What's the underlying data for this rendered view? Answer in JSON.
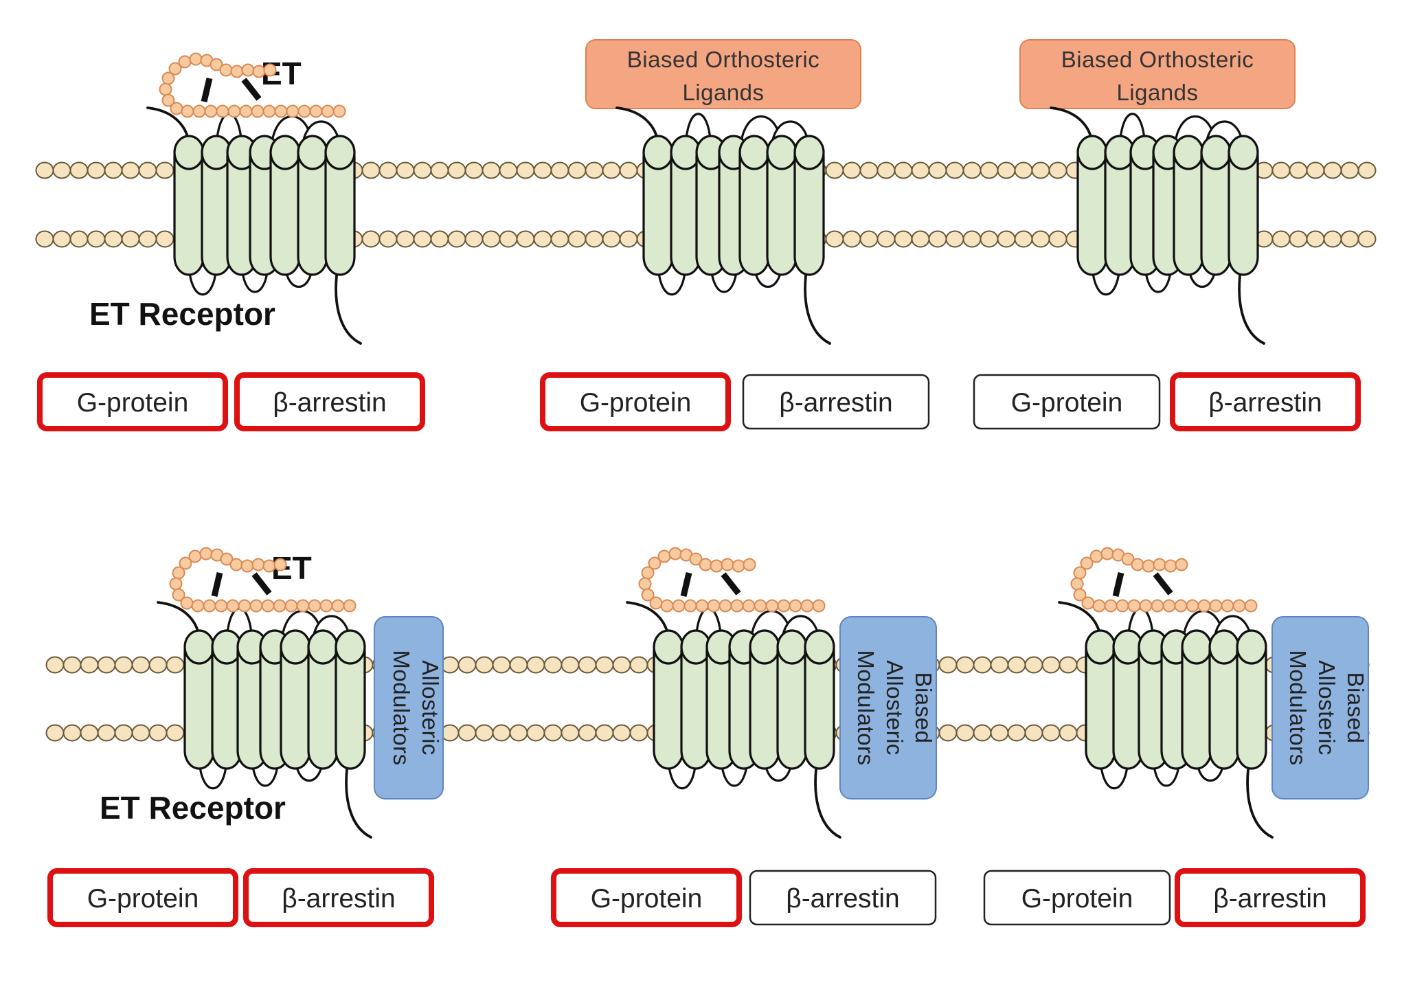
{
  "colors": {
    "active_outline": "#dd1111",
    "inactive_outline": "#222222",
    "receptor_helix": "#dbe9cf",
    "membrane_bead": "#f6e4c0",
    "peptide_bead": "#f7caa0",
    "orthosteric_ligand": "#f4a582",
    "allosteric_modulator": "#8fb3df"
  },
  "rows": [
    {
      "id": "orthosteric",
      "panels": [
        {
          "peptide_label": "ET",
          "receptor_label": "ET Receptor",
          "ligand_label": [
            "",
            ""
          ],
          "modulator_label": [],
          "pathways": [
            {
              "label": "G-protein",
              "active": true
            },
            {
              "label": "β-arrestin",
              "active": true
            }
          ]
        },
        {
          "peptide_label": "",
          "receptor_label": "",
          "ligand_label": [
            "Biased Orthosteric",
            "Ligands"
          ],
          "modulator_label": [],
          "pathways": [
            {
              "label": "G-protein",
              "active": true
            },
            {
              "label": "β-arrestin",
              "active": false
            }
          ]
        },
        {
          "peptide_label": "",
          "receptor_label": "",
          "ligand_label": [
            "Biased Orthosteric",
            "Ligands"
          ],
          "modulator_label": [],
          "pathways": [
            {
              "label": "G-protein",
              "active": false
            },
            {
              "label": "β-arrestin",
              "active": true
            }
          ]
        }
      ]
    },
    {
      "id": "allosteric",
      "panels": [
        {
          "peptide_label": "ET",
          "receptor_label": "ET Receptor",
          "ligand_label": [],
          "modulator_label": [
            "Allosteric",
            "Modulators"
          ],
          "pathways": [
            {
              "label": "G-protein",
              "active": true
            },
            {
              "label": "β-arrestin",
              "active": true
            }
          ]
        },
        {
          "peptide_label": "",
          "receptor_label": "",
          "ligand_label": [],
          "modulator_label": [
            "Biased",
            "Allosteric",
            "Modulators"
          ],
          "pathways": [
            {
              "label": "G-protein",
              "active": true
            },
            {
              "label": "β-arrestin",
              "active": false
            }
          ]
        },
        {
          "peptide_label": "",
          "receptor_label": "",
          "ligand_label": [],
          "modulator_label": [
            "Biased",
            "Allosteric",
            "Modulators"
          ],
          "pathways": [
            {
              "label": "G-protein",
              "active": false
            },
            {
              "label": "β-arrestin",
              "active": true
            }
          ]
        }
      ]
    }
  ]
}
